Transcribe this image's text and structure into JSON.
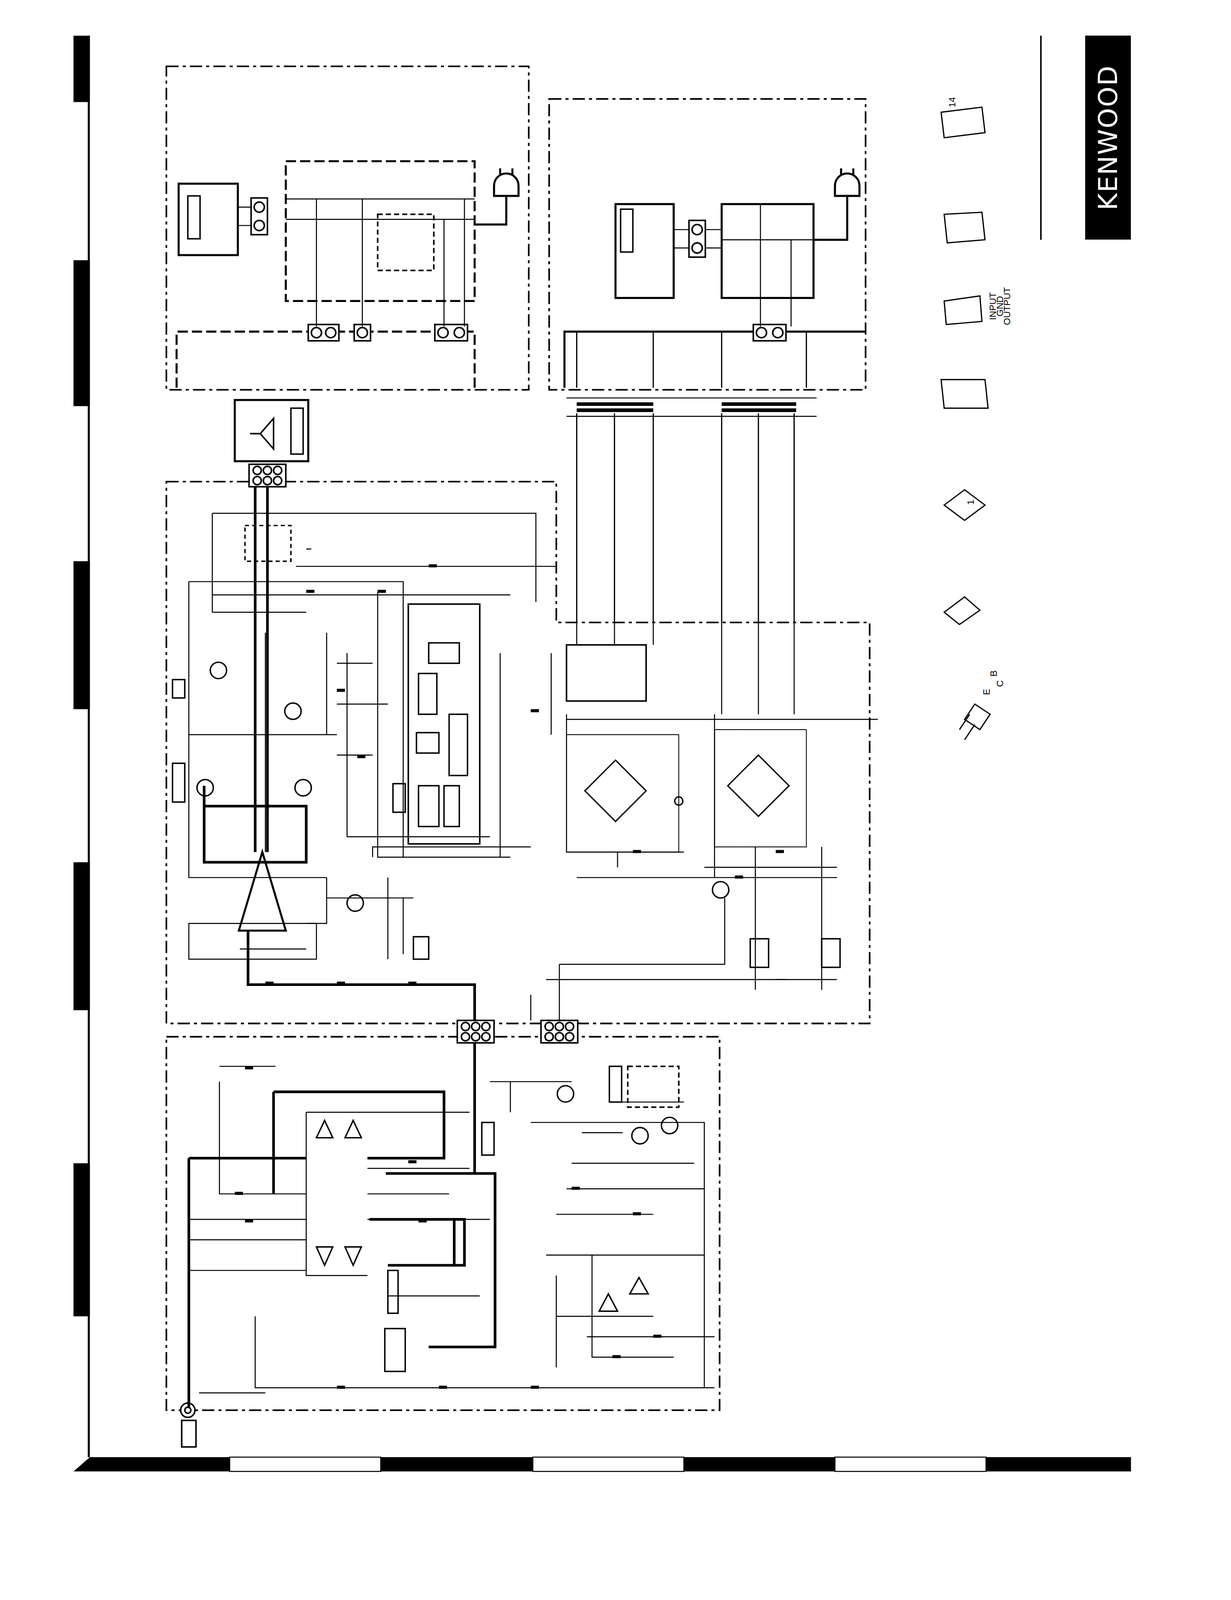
{
  "diagram": {
    "nodes": [
      {
        "text": [
          "KENWOOD"
        ]
      }
    ],
    "labels": [
      "INPUT",
      "GND",
      "OUTPUT",
      "B",
      "C",
      "E",
      "14",
      "1"
    ]
  }
}
